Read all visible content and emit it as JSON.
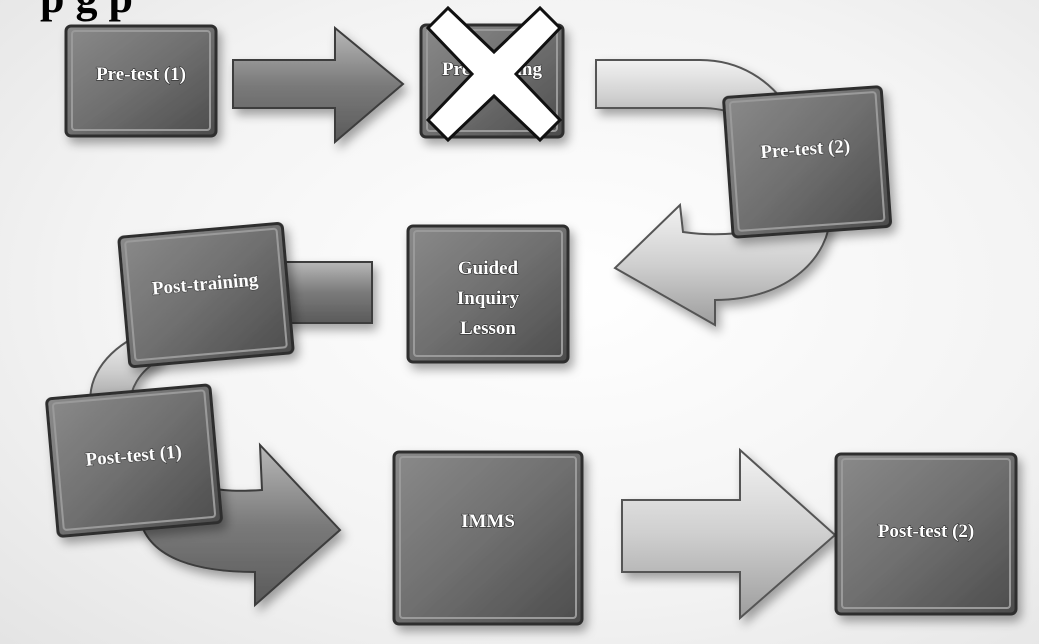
{
  "title_fragment": "p                                                          g   p",
  "steps": {
    "pretest1": "Pre-test (1)",
    "pretraining": "Pre-training",
    "pretest2": "Pre-test (2)",
    "guided": [
      "Guided",
      "Inquiry",
      "Lesson"
    ],
    "posttraining": "Post-training",
    "posttest1": "Post-test (1)",
    "imms": "IMMS",
    "posttest2": "Post-test (2)"
  },
  "removed_marker": "cross-out-icon"
}
